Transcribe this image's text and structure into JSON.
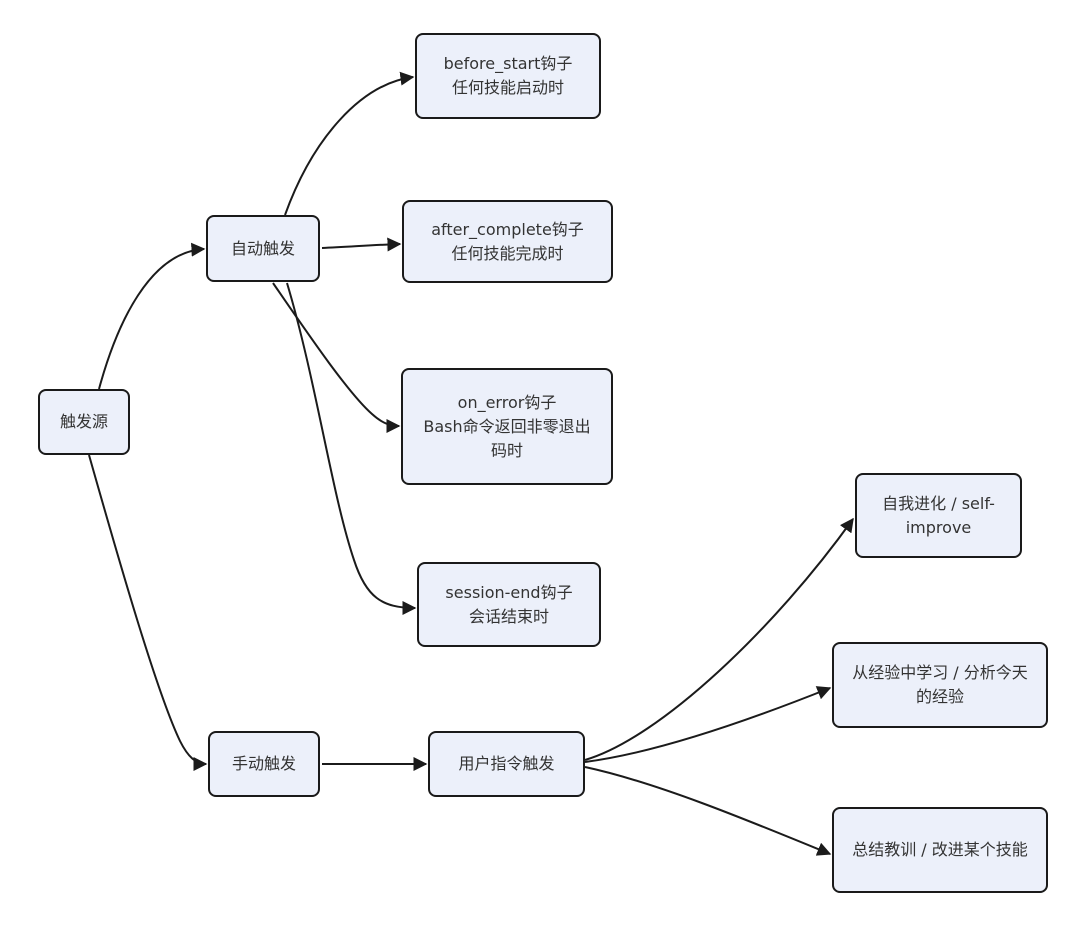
{
  "diagram": {
    "type": "flowchart",
    "background_color": "#ffffff",
    "node_fill_color": "#ecf0fa",
    "node_border_color": "#1a1a1a",
    "edge_color": "#1b1b1b",
    "text_color": "#333333"
  },
  "nodes": {
    "trigger_source": {
      "label": "触发源"
    },
    "auto_trigger": {
      "label": "自动触发"
    },
    "manual_trigger": {
      "label": "手动触发"
    },
    "before_start": {
      "label": "before_start钩子\n任何技能启动时"
    },
    "after_complete": {
      "label": "after_complete钩子\n任何技能完成时"
    },
    "on_error": {
      "label": "on_error钩子\nBash命令返回非零退出\n码时"
    },
    "session_end": {
      "label": "session-end钩子\n会话结束时"
    },
    "user_command": {
      "label": "用户指令触发"
    },
    "self_improve": {
      "label": "自我进化 / self-\nimprove"
    },
    "learn_experience": {
      "label": "从经验中学习 / 分析今天\n的经验"
    },
    "summarize": {
      "label": "总结教训 / 改进某个技能"
    }
  },
  "edges": [
    {
      "from": "触发源",
      "to": "自动触发"
    },
    {
      "from": "触发源",
      "to": "手动触发"
    },
    {
      "from": "自动触发",
      "to": "before_start钩子 任何技能启动时"
    },
    {
      "from": "自动触发",
      "to": "after_complete钩子 任何技能完成时"
    },
    {
      "from": "自动触发",
      "to": "on_error钩子 Bash命令返回非零退出码时"
    },
    {
      "from": "自动触发",
      "to": "session-end钩子 会话结束时"
    },
    {
      "from": "手动触发",
      "to": "用户指令触发"
    },
    {
      "from": "用户指令触发",
      "to": "自我进化 / self-improve"
    },
    {
      "from": "用户指令触发",
      "to": "从经验中学习 / 分析今天的经验"
    },
    {
      "from": "用户指令触发",
      "to": "总结教训 / 改进某个技能"
    }
  ]
}
